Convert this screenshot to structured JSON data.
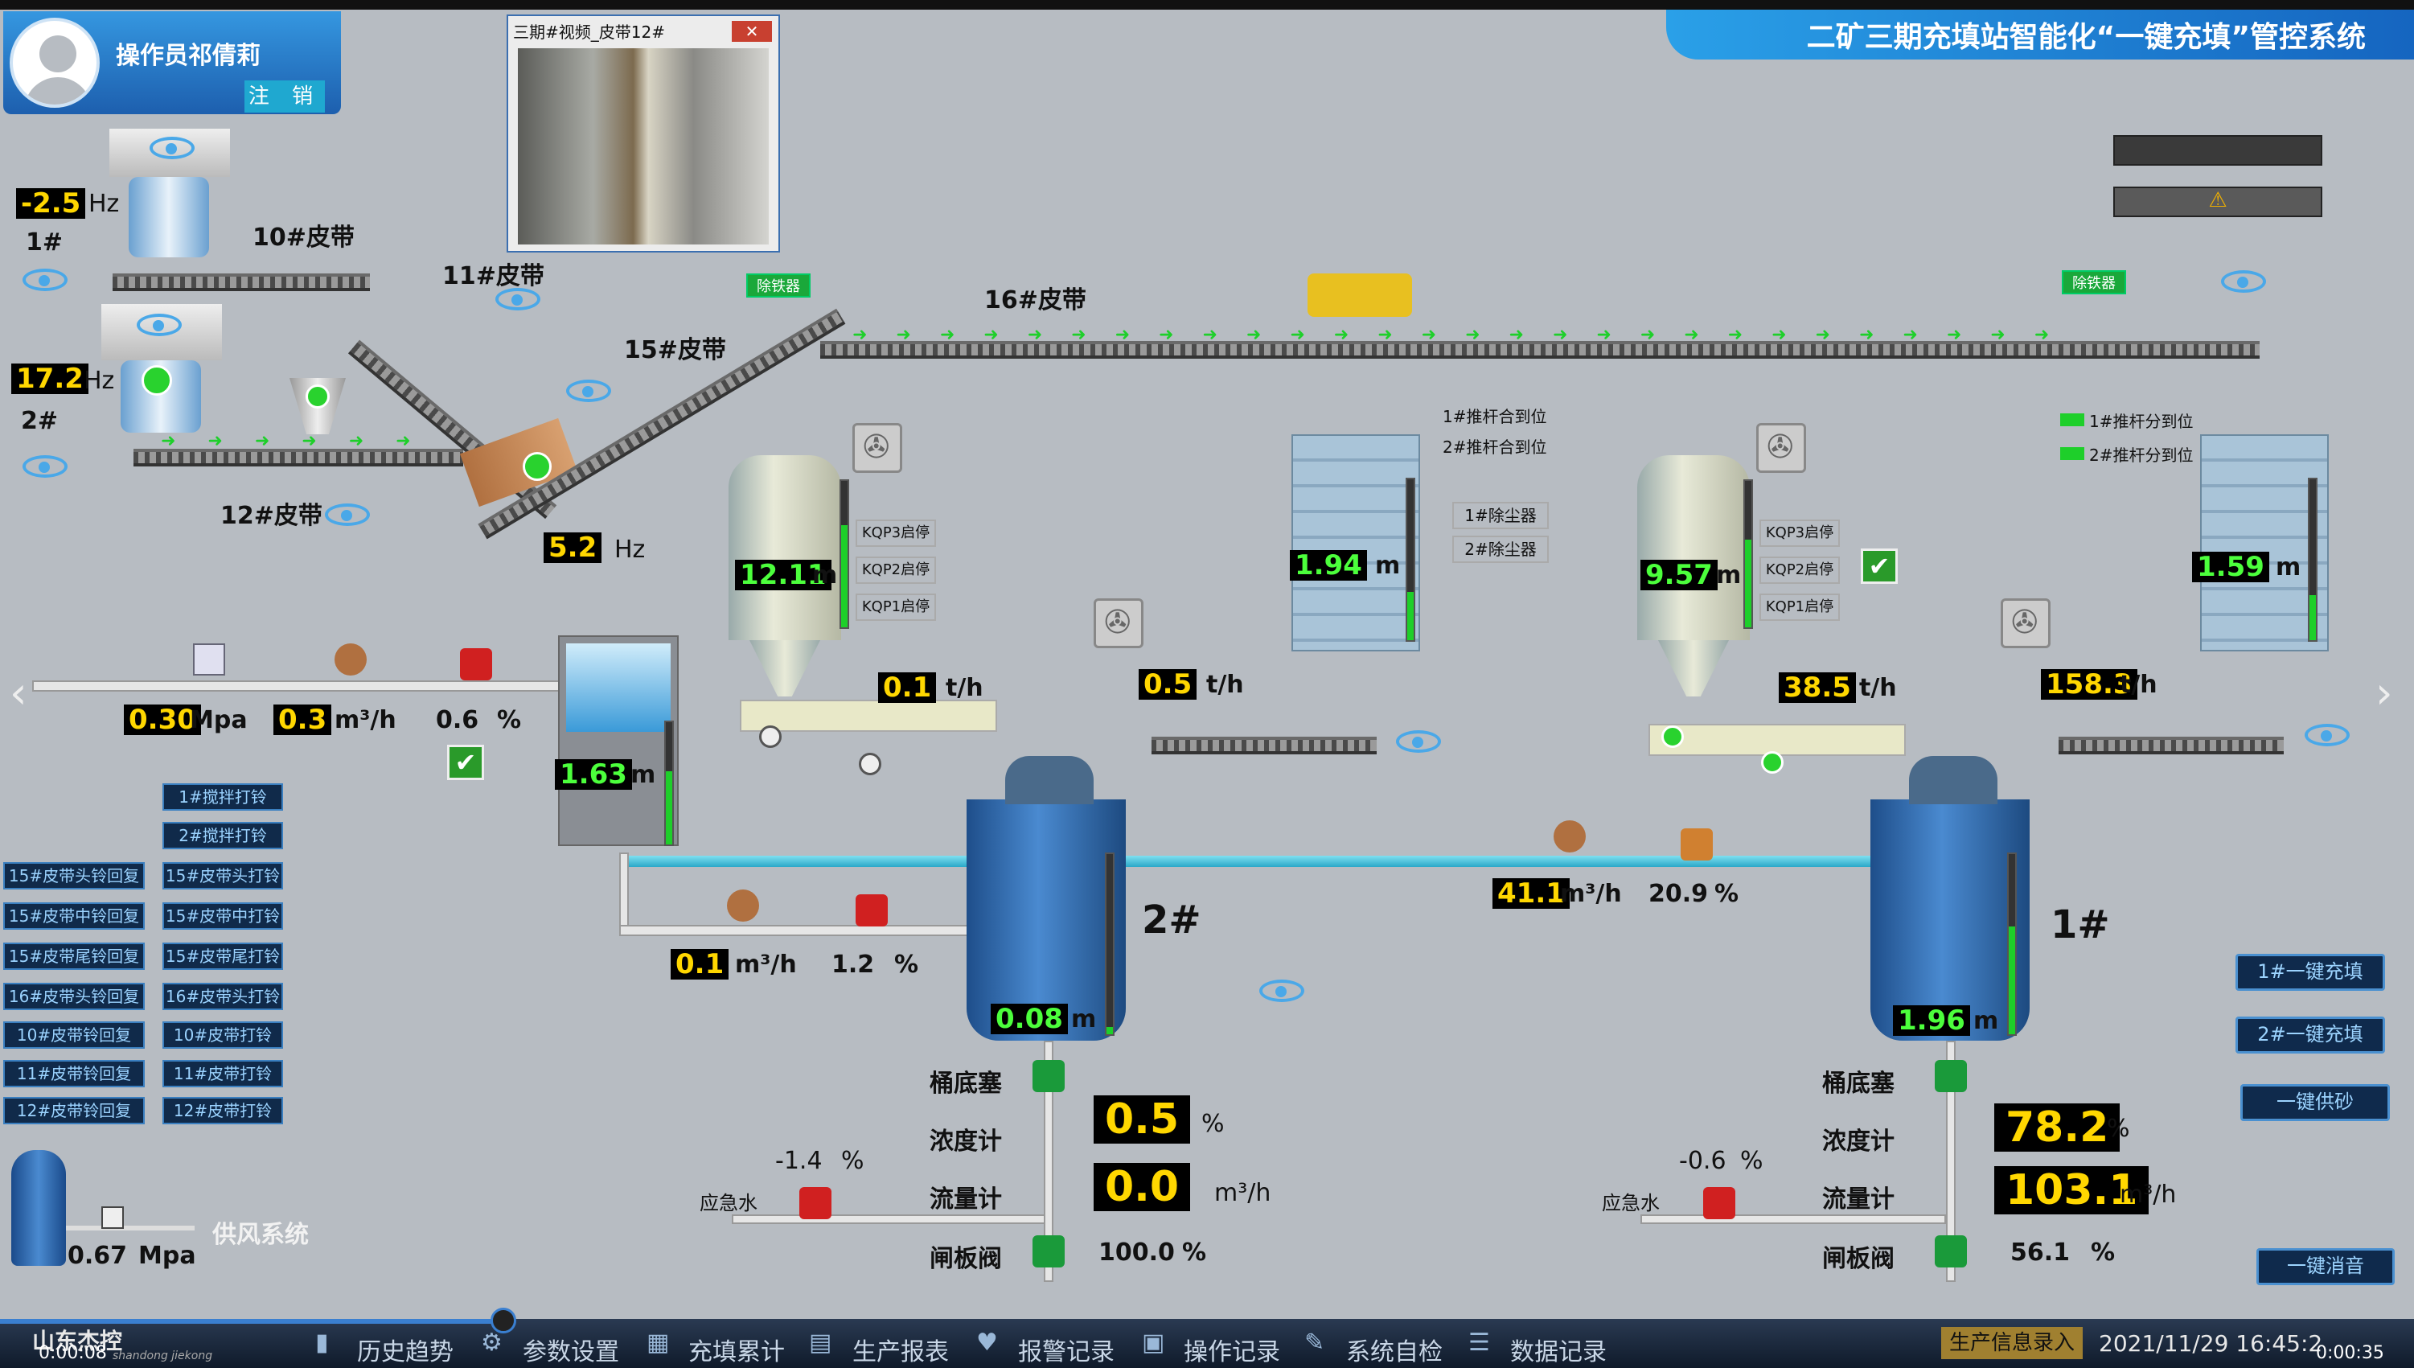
{
  "header": {
    "title": "二矿三期充填站智能化“一键充填”管控系统"
  },
  "user": {
    "name": "操作员祁倩莉",
    "logout": "注 销"
  },
  "video": {
    "title": "三期#视频_皮带12#",
    "close": "✕"
  },
  "belts": {
    "b10": "10#皮带",
    "b11": "11#皮带",
    "b12": "12#皮带",
    "b15": "15#皮带",
    "b16": "16#皮带"
  },
  "feeders": {
    "f1_hz": "-2.5",
    "f1_unit": "Hz",
    "f1_name": "1#",
    "f2_hz": "17.2",
    "f2_unit": "Hz",
    "f2_name": "2#",
    "belt15_hz": "5.2",
    "belt15_unit": "Hz"
  },
  "iron_remover": {
    "label1": "除铁器",
    "label2": "除铁器"
  },
  "push_rods": {
    "r1": "1#推杆合到位",
    "r2": "2#推杆合到位",
    "r3": "1#推杆分到位",
    "r4": "2#推杆分到位",
    "d1": "1#除尘器",
    "d2": "2#除尘器"
  },
  "kqp": {
    "a3": "KQP3启停",
    "a2": "KQP2启停",
    "a1": "KQP1启停",
    "b3": "KQP3启停",
    "b2": "KQP2启停",
    "b1": "KQP1启停"
  },
  "silos": {
    "s2_level": "12.11",
    "s1_level": "9.57",
    "unit": "m"
  },
  "bins": {
    "bin2_level": "1.94",
    "bin1_level": "1.59",
    "unit": "m"
  },
  "water": {
    "tank_level": "1.63",
    "unit": "m",
    "pressure": "0.30",
    "pressure_unit": "Mpa",
    "flow": "0.3",
    "flow_unit": "m³/h",
    "valve_pct": "0.6",
    "pct_unit": "%"
  },
  "feed_rates": {
    "cement2": "0.1",
    "cement2_unit": "t/h",
    "sand2": "0.5",
    "sand2_unit": "t/h",
    "cement1": "38.5",
    "cement1_unit": "t/h",
    "sand1": "158.3",
    "sand1_unit": "t/h"
  },
  "pipes": {
    "main_flow": "41.1",
    "main_flow_unit": "m³/h",
    "main_valve": "20.9",
    "main_valve_unit": "%",
    "sub_flow": "0.1",
    "sub_flow_unit": "m³/h",
    "sub_valve": "1.2",
    "sub_valve_unit": "%"
  },
  "mixer2": {
    "name": "2#",
    "level": "0.08",
    "unit": "m",
    "plug": "桶底塞",
    "density_label": "浓度计",
    "density": "0.5",
    "density_unit": "%",
    "flow_label": "流量计",
    "flow": "0.0",
    "flow_unit": "m³/h",
    "gate_label": "闸板阀",
    "gate": "100.0",
    "gate_unit": "%",
    "emerg_label": "应急水",
    "emerg_pct": "-1.4",
    "emerg_unit": "%"
  },
  "mixer1": {
    "name": "1#",
    "level": "1.96",
    "unit": "m",
    "plug": "桶底塞",
    "density_label": "浓度计",
    "density": "78.2",
    "density_unit": "%",
    "flow_label": "流量计",
    "flow": "103.1",
    "flow_unit": "m³/h",
    "gate_label": "闸板阀",
    "gate": "56.1",
    "gate_unit": "%",
    "emerg_label": "应急水",
    "emerg_pct": "-0.6",
    "emerg_unit": "%"
  },
  "air": {
    "pressure": "0.67",
    "unit": "Mpa",
    "label": "供风系统"
  },
  "left_buttons": {
    "col2_top": [
      "1#搅拌打铃",
      "2#搅拌打铃"
    ],
    "col1": [
      "15#皮带头铃回复",
      "15#皮带中铃回复",
      "15#皮带尾铃回复",
      "16#皮带头铃回复",
      "10#皮带铃回复",
      "11#皮带铃回复",
      "12#皮带铃回复"
    ],
    "col2": [
      "15#皮带头打铃",
      "15#皮带中打铃",
      "15#皮带尾打铃",
      "16#皮带头打铃",
      "10#皮带打铃",
      "11#皮带打铃",
      "12#皮带打铃"
    ]
  },
  "right_buttons": {
    "fill1": "1#一键充填",
    "fill2": "2#一键充填",
    "sand": "一键供砂",
    "mute": "一键消音"
  },
  "nav": {
    "logo": "山东杰控",
    "logo_sub": "shandong jiekong",
    "time_left": "0:00:08",
    "time_right": "0:00:35",
    "items": [
      "历史趋势",
      "参数设置",
      "充填累计",
      "生产报表",
      "报警记录",
      "操作记录",
      "系统自检",
      "数据记录"
    ],
    "prod_info": "生产信息录入",
    "datetime": "2021/11/29  16:45:2"
  },
  "colors": {
    "accent": "#1565c0",
    "value_yellow": "#ffd700",
    "run_green": "#29d22e"
  }
}
